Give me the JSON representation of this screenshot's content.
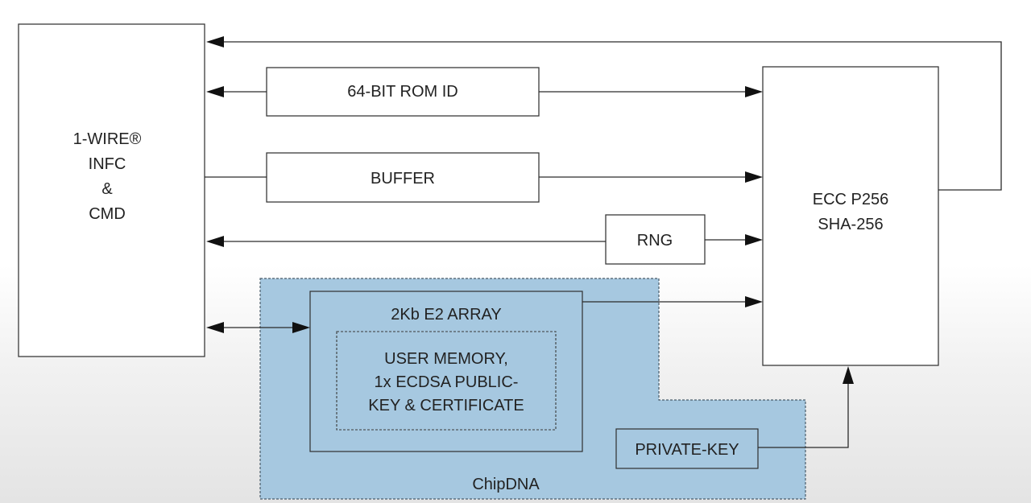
{
  "blocks": {
    "interface": [
      "1-WIRE®",
      "INFC",
      "&",
      "CMD"
    ],
    "rom_id": "64-BIT ROM ID",
    "buffer": "BUFFER",
    "rng": "RNG",
    "crypto": [
      "ECC P256",
      "SHA-256"
    ],
    "e2_array": "2Kb E2 ARRAY",
    "user_memory": [
      "USER MEMORY,",
      "1x ECDSA PUBLIC-",
      "KEY & CERTIFICATE"
    ],
    "private_key": "PRIVATE-KEY",
    "secure_region": "ChipDNA"
  },
  "colors": {
    "secure_region_fill": "#a6c8e0",
    "line": "#2a2a2a",
    "box_border": "#3a3a3a"
  }
}
